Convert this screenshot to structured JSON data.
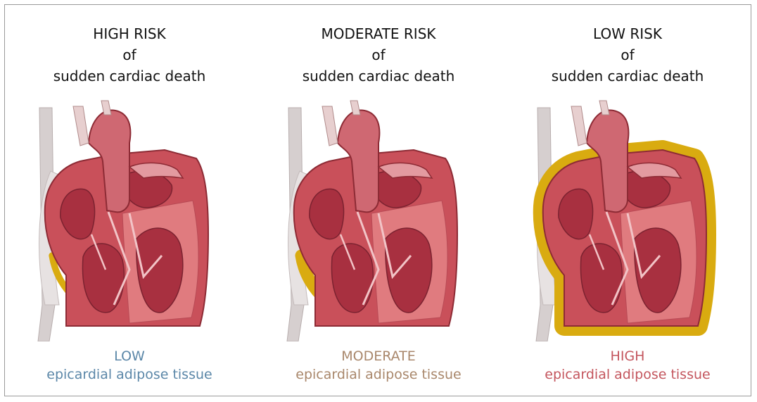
{
  "panels": [
    {
      "risk_level": "HIGH RISK",
      "connector": "of",
      "outcome": "sudden cardiac death",
      "eat_level": "LOW",
      "eat_label": "epicardial adipose tissue",
      "eat_color": "#5b87a8",
      "fat_amount": 0.15
    },
    {
      "risk_level": "MODERATE RISK",
      "connector": "of",
      "outcome": "sudden cardiac death",
      "eat_level": "MODERATE",
      "eat_label": "epicardial adipose tissue",
      "eat_color": "#a9876b",
      "fat_amount": 0.5
    },
    {
      "risk_level": "LOW RISK",
      "connector": "of",
      "outcome": "sudden cardiac death",
      "eat_level": "HIGH",
      "eat_label": "epicardial adipose tissue",
      "eat_color": "#c4565e",
      "fat_amount": 1.0
    }
  ],
  "colors": {
    "fat": "#d9ab10",
    "myocardium": "#c9505a",
    "myocardium_light": "#e07b7f",
    "chamber": "#a83040",
    "vessel": "#cf6872",
    "vena_cava": "#d6cfcf"
  }
}
